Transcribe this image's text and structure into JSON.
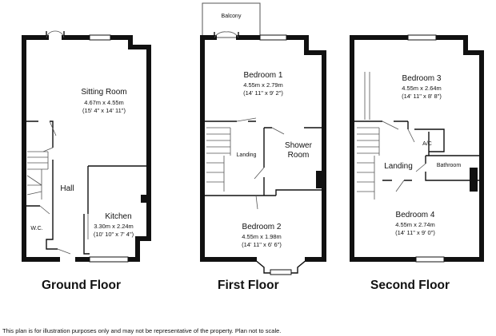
{
  "floors": [
    {
      "label": "Ground Floor"
    },
    {
      "label": "First Floor"
    },
    {
      "label": "Second Floor"
    }
  ],
  "rooms": {
    "sitting_room": {
      "name": "Sitting Room",
      "metric": "4.67m x 4.55m",
      "imperial": "(15' 4\" x 14' 11\")"
    },
    "hall": {
      "name": "Hall"
    },
    "wc": {
      "name": "W.C."
    },
    "kitchen": {
      "name": "Kitchen",
      "metric": "3.30m x 2.24m",
      "imperial": "(10' 10\" x 7' 4\")"
    },
    "balcony": {
      "name": "Balcony"
    },
    "bedroom1": {
      "name": "Bedroom 1",
      "metric": "4.55m x 2.79m",
      "imperial": "(14' 11\" x 9' 2\")"
    },
    "landing1": {
      "name": "Landing"
    },
    "shower_room": {
      "name_line1": "Shower",
      "name_line2": "Room"
    },
    "bedroom2": {
      "name": "Bedroom 2",
      "metric": "4.55m x 1.98m",
      "imperial": "(14' 11\" x 6' 6\")"
    },
    "bedroom3": {
      "name": "Bedroom 3",
      "metric": "4.55m x 2.64m",
      "imperial": "(14' 11\" x 8' 8\")"
    },
    "ac": {
      "name": "A/C"
    },
    "landing2": {
      "name": "Landing"
    },
    "bathroom": {
      "name": "Bathroom"
    },
    "bedroom4": {
      "name": "Bedroom 4",
      "metric": "4.55m x 2.74m",
      "imperial": "(14' 11\" x 9' 0\")"
    }
  },
  "disclaimer": "This plan is for illustration purposes only and may not be representative of the property. Plan not to scale."
}
